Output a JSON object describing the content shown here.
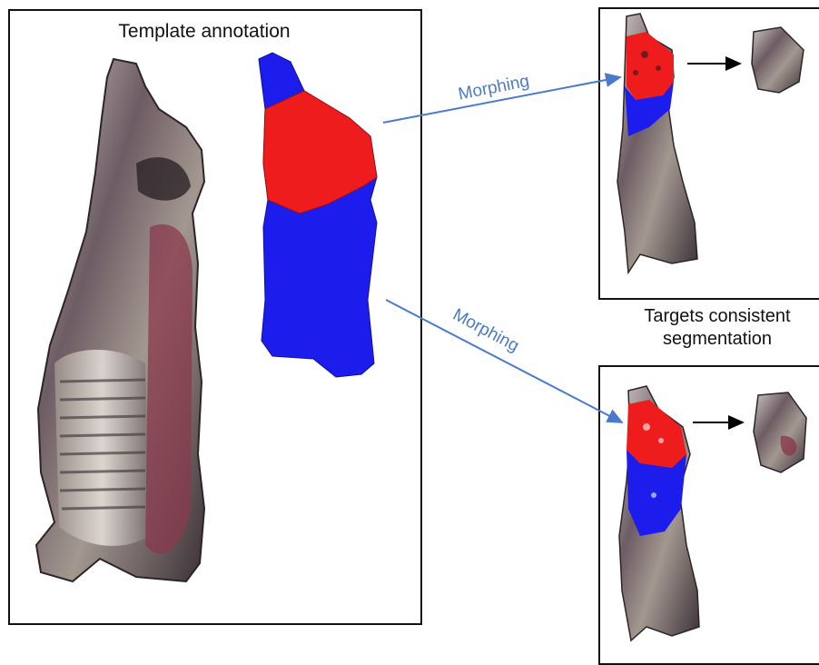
{
  "template_panel": {
    "title": "Template annotation"
  },
  "arrows": {
    "top_label": "Morphing",
    "bottom_label": "Morphing"
  },
  "targets": {
    "caption_line1": "Targets consistent",
    "caption_line2": "segmentation"
  },
  "colors": {
    "red_region": "#ee1c1c",
    "blue_region": "#1c1ced",
    "morph_arrow": "#4a7ac8",
    "carcass_dark": "#4a3f45",
    "carcass_light": "#b9b1aa",
    "carcass_red": "#8a3a4c"
  },
  "icons": {
    "template_carcass": "carcass-photo",
    "template_segmentation": "red-blue-segmentation-mesh",
    "target_top": "target-carcass-segmented",
    "target_bottom": "target-carcass-segmented",
    "extracted_part": "extracted-shoulder-cut"
  }
}
